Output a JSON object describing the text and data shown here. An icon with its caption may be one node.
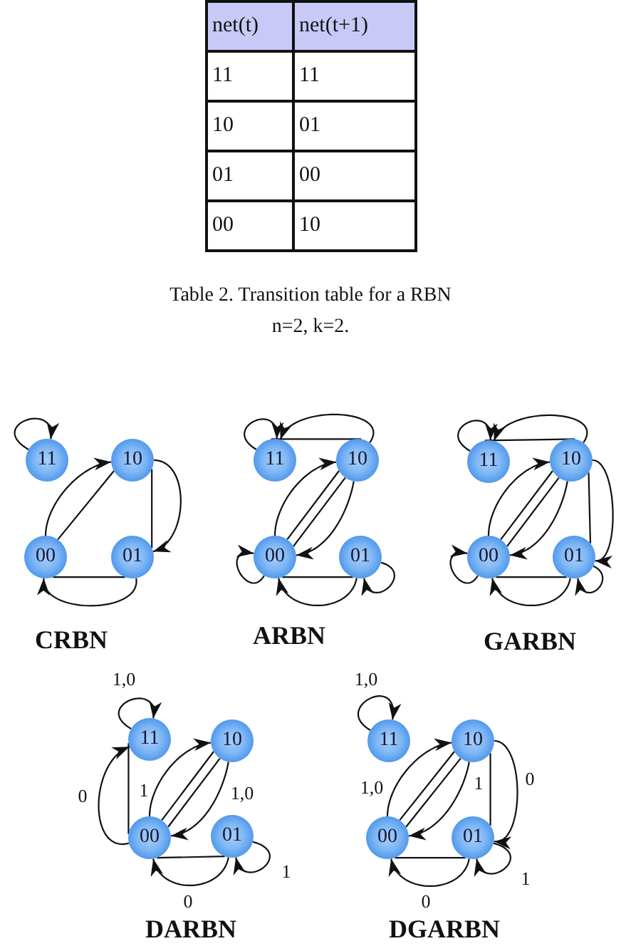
{
  "diagram": {
    "caption": "Table 2. Transition table for a RBN n=2, k=2.",
    "nodes": [
      {
        "text": [
          "11"
        ]
      },
      {
        "text": [
          "10"
        ]
      },
      {
        "text": [
          "00"
        ]
      },
      {
        "text": [
          "01"
        ]
      },
      {
        "text": [
          "11"
        ]
      },
      {
        "text": [
          "10"
        ]
      },
      {
        "text": [
          "00"
        ]
      },
      {
        "text": [
          "01"
        ]
      },
      {
        "text": [
          "11"
        ]
      },
      {
        "text": [
          "10"
        ]
      },
      {
        "text": [
          "00"
        ]
      },
      {
        "text": [
          "01"
        ]
      },
      {
        "text": [
          "11"
        ]
      },
      {
        "text": [
          "10"
        ]
      },
      {
        "text": [
          "00"
        ]
      },
      {
        "text": [
          "01"
        ]
      },
      {
        "text": [
          "11"
        ]
      },
      {
        "text": [
          "10"
        ]
      },
      {
        "text": [
          "00"
        ]
      },
      {
        "text": [
          "01"
        ]
      }
    ],
    "edges": [
      {
        "from": 0,
        "to": 0,
        "arrow": "to"
      },
      {
        "from": 2,
        "to": 1,
        "arrow": "none"
      },
      {
        "from": 2,
        "to": 1,
        "arrow": "to"
      },
      {
        "from": 1,
        "to": 3,
        "arrow": "none"
      },
      {
        "from": 1,
        "to": 3,
        "arrow": "to"
      },
      {
        "from": 3,
        "to": 2,
        "arrow": "none"
      },
      {
        "from": 3,
        "to": 2,
        "arrow": "to"
      },
      {
        "from": 4,
        "to": 4,
        "arrow": "to"
      },
      {
        "from": 5,
        "to": 4,
        "arrow": "none"
      },
      {
        "from": 5,
        "to": 4,
        "arrow": "to"
      },
      {
        "from": 6,
        "to": 5,
        "arrow": "none"
      },
      {
        "from": 6,
        "to": 5,
        "arrow": "to"
      },
      {
        "from": 5,
        "to": 6,
        "arrow": "none"
      },
      {
        "from": 5,
        "to": 6,
        "arrow": "to"
      },
      {
        "from": 6,
        "to": 6,
        "arrow": "to"
      },
      {
        "from": 7,
        "to": 6,
        "arrow": "none"
      },
      {
        "from": 7,
        "to": 6,
        "arrow": "to"
      },
      {
        "from": 7,
        "to": 7,
        "arrow": "to"
      },
      {
        "from": 8,
        "to": 8,
        "arrow": "to"
      },
      {
        "from": 9,
        "to": 8,
        "arrow": "none"
      },
      {
        "from": 9,
        "to": 8,
        "arrow": "to"
      },
      {
        "from": 10,
        "to": 9,
        "arrow": "none"
      },
      {
        "from": 10,
        "to": 9,
        "arrow": "to"
      },
      {
        "from": 9,
        "to": 10,
        "arrow": "none"
      },
      {
        "from": 9,
        "to": 10,
        "arrow": "to"
      },
      {
        "from": 9,
        "to": 11,
        "arrow": "none"
      },
      {
        "from": 9,
        "to": 11,
        "arrow": "to"
      },
      {
        "from": 10,
        "to": 10,
        "arrow": "to"
      },
      {
        "from": 11,
        "to": 10,
        "arrow": "none"
      },
      {
        "from": 11,
        "to": 10,
        "arrow": "to"
      },
      {
        "from": 11,
        "to": 11,
        "arrow": "to"
      },
      {
        "from": 12,
        "to": 12,
        "arrow": "to",
        "label": "1,0"
      },
      {
        "from": 14,
        "to": 12,
        "arrow": "none"
      },
      {
        "from": 14,
        "to": 12,
        "arrow": "to",
        "label": "0"
      },
      {
        "from": 14,
        "to": 13,
        "arrow": "none"
      },
      {
        "from": 14,
        "to": 13,
        "arrow": "to",
        "label": "1"
      },
      {
        "from": 13,
        "to": 14,
        "arrow": "none"
      },
      {
        "from": 13,
        "to": 14,
        "arrow": "to",
        "label": "1,0"
      },
      {
        "from": 15,
        "to": 14,
        "arrow": "none"
      },
      {
        "from": 15,
        "to": 14,
        "arrow": "to",
        "label": "0"
      },
      {
        "from": 15,
        "to": 15,
        "arrow": "to",
        "label": "1"
      },
      {
        "from": 16,
        "to": 16,
        "arrow": "to",
        "label": "1,0"
      },
      {
        "from": 18,
        "to": 17,
        "arrow": "none"
      },
      {
        "from": 18,
        "to": 17,
        "arrow": "to",
        "label": "1,0"
      },
      {
        "from": 17,
        "to": 18,
        "arrow": "none"
      },
      {
        "from": 17,
        "to": 18,
        "arrow": "to",
        "label": "1"
      },
      {
        "from": 17,
        "to": 19,
        "arrow": "none"
      },
      {
        "from": 17,
        "to": 19,
        "arrow": "to",
        "label": "0"
      },
      {
        "from": 19,
        "to": 18,
        "arrow": "none"
      },
      {
        "from": 19,
        "to": 18,
        "arrow": "to",
        "label": "0"
      },
      {
        "from": 19,
        "to": 19,
        "arrow": "to",
        "label": "1"
      }
    ],
    "labels": [
      "net(t)",
      "net(t+1)",
      "11",
      "11",
      "10",
      "01",
      "01",
      "00",
      "00",
      "10",
      "CRBN",
      "ARBN",
      "GARBN",
      "DARBN",
      "DGARBN"
    ]
  }
}
